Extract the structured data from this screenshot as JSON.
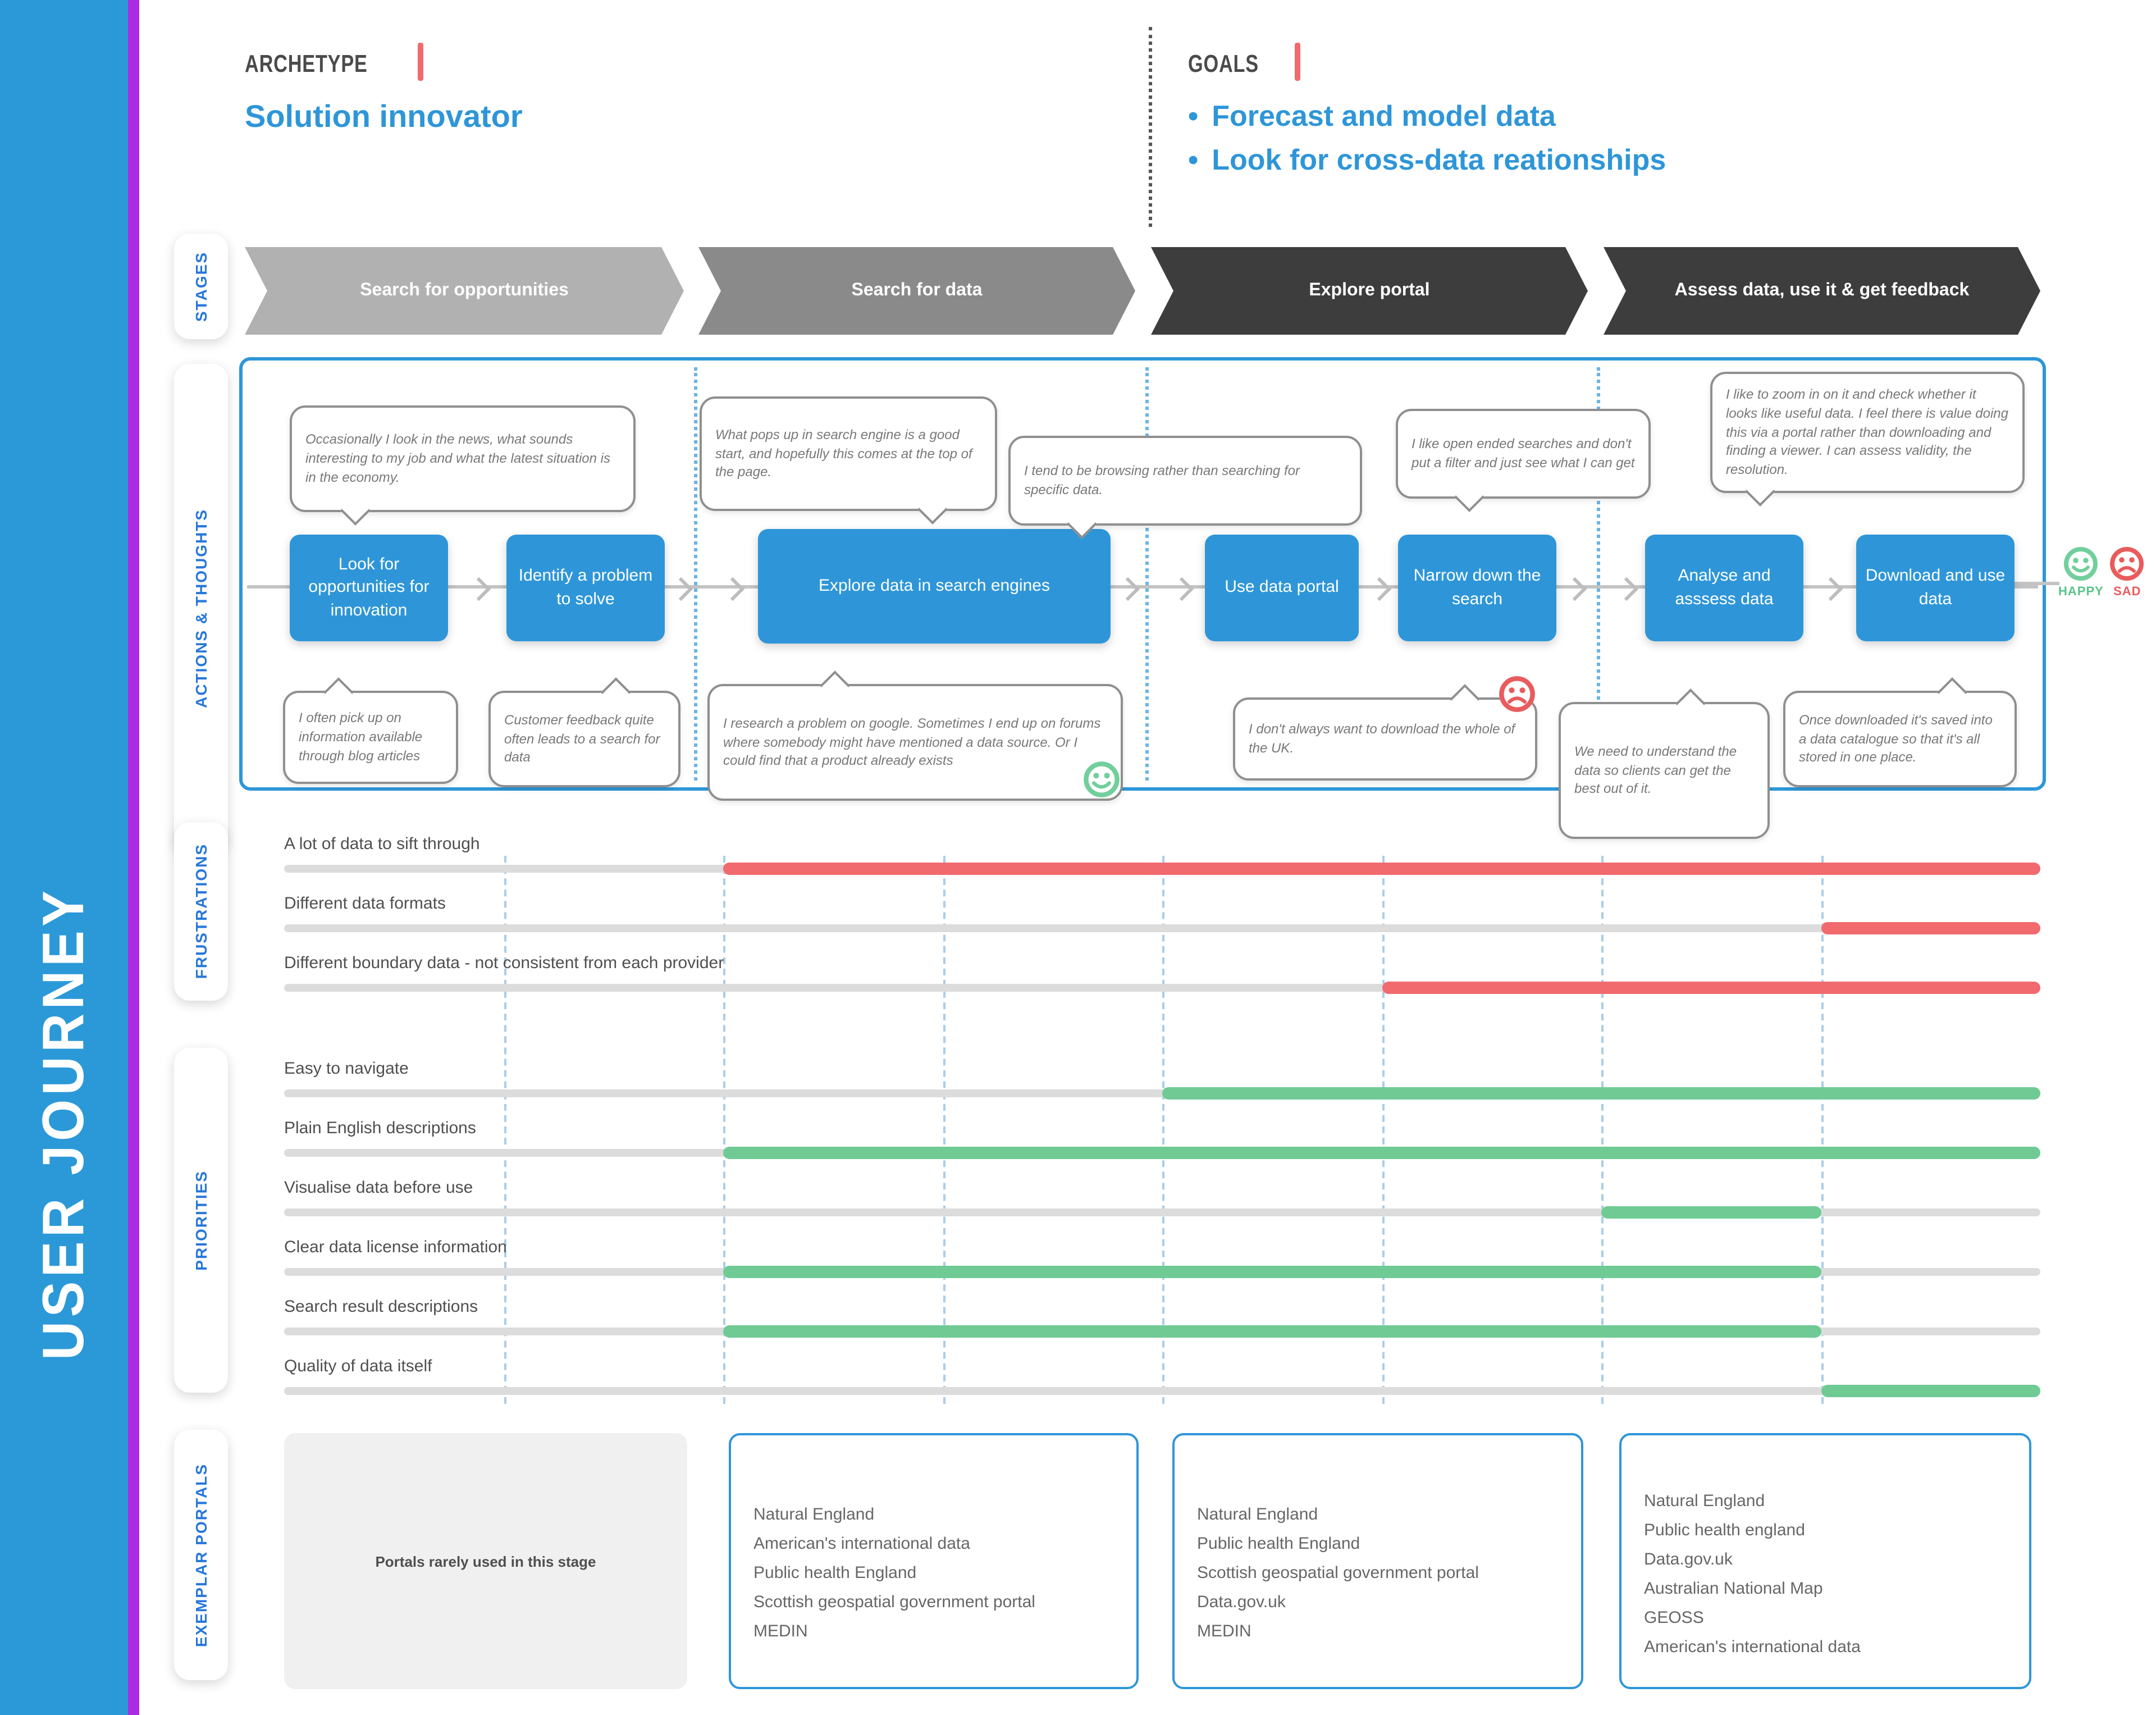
{
  "sidebar": {
    "title": "USER JOURNEY"
  },
  "header": {
    "archetype_label": "ARCHETYPE",
    "archetype_value": "Solution innovator",
    "goals_label": "GOALS",
    "goals": [
      "Forecast and model data",
      "Look for cross-data reationships"
    ]
  },
  "sections": {
    "stages": "STAGES",
    "actions": "ACTIONS & THOUGHTS",
    "frustrations": "FRUSTRATIONS",
    "priorities": "PRIORITIES",
    "portals": "EXEMPLAR PORTALS"
  },
  "stages": [
    {
      "label": "Search for opportunities",
      "color": "#b1b1b1"
    },
    {
      "label": "Search for data",
      "color": "#8a8a8a"
    },
    {
      "label": "Explore portal",
      "color": "#3d3d3d"
    },
    {
      "label": "Assess data, use it & get feedback",
      "color": "#3d3d3d"
    }
  ],
  "actions": {
    "boxes": [
      "Look for opportunities for innovation",
      "Identify a problem to solve",
      "Explore data in search engines",
      "Use data portal",
      "Narrow down the search",
      "Analyse and asssess data",
      "Download and use data"
    ],
    "thoughts_top": [
      "Occasionally I look  in the news, what sounds interesting to my job and what the latest situation is in the economy.",
      "What pops up in search engine is a good start, and hopefully this comes at the top of the page.",
      "I tend to be browsing rather than searching for specific data.",
      "I like open ended searches and don't put a filter and just see what I can get",
      "I like to zoom in on it and check whether it looks like useful data. I feel there is value doing this via a portal rather than downloading and finding a viewer. I can assess validity, the resolution."
    ],
    "thoughts_bottom": [
      "I often pick up on information available through blog articles",
      "Customer feedback quite often leads to a search for data",
      "I research a problem on google. Sometimes I end up on forums where somebody might have mentioned a data source. Or I could find that a product already exists",
      "I don't always want to download the whole of the UK.",
      "We need to understand the data so clients can get the best out of it.",
      "Once downloaded it's saved into a data catalogue so that it's all stored in one place."
    ],
    "legend": {
      "happy_label": "HAPPY",
      "sad_label": "SAD"
    }
  },
  "frustrations": [
    {
      "label": "A lot of data to sift through",
      "start_pct": 25,
      "end_pct": 100
    },
    {
      "label": "Different data formats",
      "start_pct": 87.5,
      "end_pct": 100
    },
    {
      "label": "Different boundary data - not consistent from each provider",
      "start_pct": 62.5,
      "end_pct": 100
    }
  ],
  "priorities": [
    {
      "label": "Easy to navigate",
      "start_pct": 50,
      "end_pct": 100
    },
    {
      "label": "Plain English descriptions",
      "start_pct": 25,
      "end_pct": 100
    },
    {
      "label": "Visualise data before use",
      "start_pct": 75,
      "end_pct": 87.5
    },
    {
      "label": "Clear data license information",
      "start_pct": 25,
      "end_pct": 87.5
    },
    {
      "label": "Search result descriptions",
      "start_pct": 25,
      "end_pct": 87.5
    },
    {
      "label": "Quality of data itself",
      "start_pct": 87.5,
      "end_pct": 100
    }
  ],
  "portals": [
    {
      "style": "muted",
      "note": "Portals rarely used in this stage"
    },
    {
      "style": "outlined",
      "lines": [
        "Natural England",
        "American's international data",
        "Public health England",
        "Scottish geospatial government portal",
        "MEDIN"
      ]
    },
    {
      "style": "outlined",
      "lines": [
        "Natural England",
        "Public health England",
        "Scottish geospatial government portal",
        "Data.gov.uk",
        "MEDIN"
      ]
    },
    {
      "style": "outlined",
      "lines": [
        "Natural England",
        "Public health england",
        "Data.gov.uk",
        "Australian National Map",
        "GEOSS",
        "American's international data"
      ]
    }
  ],
  "colors": {
    "sidebar_blue": "#2b99d8",
    "stripe_purple": "#aa2be2",
    "accent_blue": "#2e96d8",
    "label_blue": "#2777d9",
    "accent_red": "#f16a6e",
    "bar_red": "#f16a6e",
    "bar_green": "#6fca94",
    "track_gray": "#dcdcdc",
    "happy_green": "#72cf9c",
    "sad_red": "#e85c5e"
  }
}
